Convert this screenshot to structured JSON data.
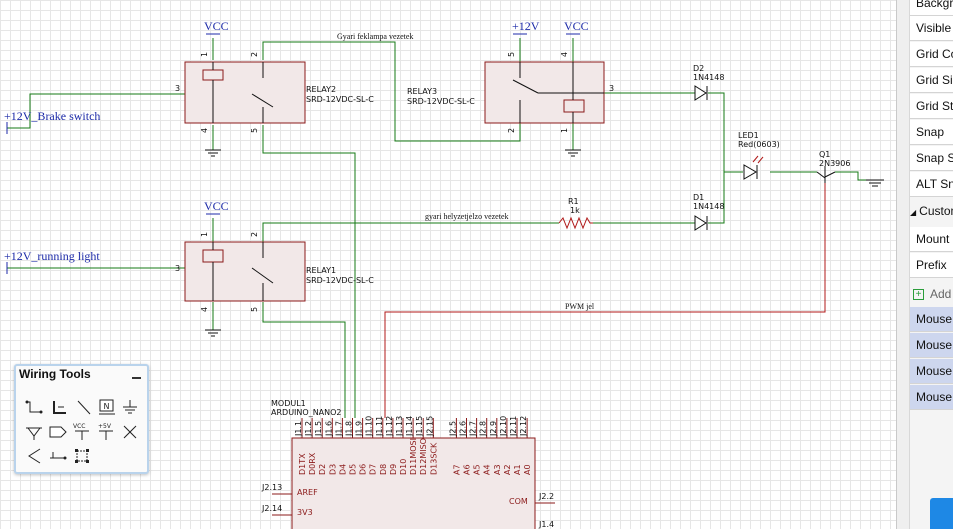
{
  "schematic": {
    "power": {
      "vcc": "VCC",
      "plus12": "+12V"
    },
    "nets": {
      "brake": "+12V_Brake switch",
      "running": "+12V_running light",
      "feklampa": "Gyari feklampa vezetek",
      "helyzet": "gyari helyzetjelzo vezetek",
      "pwm": "PWM jel"
    },
    "relays": [
      {
        "ref": "RELAY2",
        "value": "SRD-12VDC-SL-C"
      },
      {
        "ref": "RELAY3",
        "value": "SRD-12VDC-SL-C"
      },
      {
        "ref": "RELAY1",
        "value": "SRD-12VDC-SL-C"
      }
    ],
    "pins": {
      "p1": "1",
      "p2": "2",
      "p3": "3",
      "p4": "4",
      "p5": "5"
    },
    "d2": {
      "ref": "D2",
      "value": "1N4148"
    },
    "d1": {
      "ref": "D1",
      "value": "1N4148"
    },
    "led": {
      "ref": "LED1",
      "value": "Red(0603)"
    },
    "q1": {
      "ref": "Q1",
      "value": "2N3906"
    },
    "r1": {
      "ref": "R1",
      "value": "1k"
    },
    "module": {
      "ref": "MODUL1",
      "value": "ARDUINO_NANO2",
      "top_pin_numbers": [
        "J1.1",
        "J1.2",
        "J1.5",
        "J1.6",
        "J1.7",
        "J1.8",
        "J1.9",
        "J1.10",
        "J1.11",
        "J1.12",
        "J1.13",
        "J1.14",
        "J1.15",
        "J2.15",
        "J2.5",
        "J2.6",
        "J2.7",
        "J2.8",
        "J2.9",
        "J2.10",
        "J2.11",
        "J2.12"
      ],
      "top_pin_names": [
        "D1TX",
        "D0RX",
        "D2",
        "D3",
        "D4",
        "D5",
        "D6",
        "D7",
        "D8",
        "D9",
        "D10",
        "D11MOSI",
        "D12MISO",
        "D13SCK",
        "A7",
        "A6",
        "A5",
        "A4",
        "A3",
        "A2",
        "A1",
        "A0"
      ],
      "left_pins": [
        {
          "num": "J2.13",
          "name": "AREF"
        },
        {
          "num": "J2.14",
          "name": "3V3"
        }
      ],
      "right_pins": [
        {
          "num": "J2.2",
          "name": "COM"
        },
        {
          "num": "J1.4",
          "name": ""
        }
      ]
    }
  },
  "properties_panel": {
    "rows": [
      {
        "label": "Background Color",
        "kind": "row"
      },
      {
        "label": "Visible Grid",
        "kind": "row"
      },
      {
        "label": "Grid Color",
        "kind": "row"
      },
      {
        "label": "Grid Size",
        "kind": "row"
      },
      {
        "label": "Grid Style",
        "kind": "row"
      },
      {
        "label": "Snap",
        "kind": "row"
      },
      {
        "label": "Snap Size",
        "kind": "row"
      },
      {
        "label": "ALT Snap",
        "kind": "row"
      }
    ],
    "section_header": "Custom Attributes",
    "custom_rows": [
      "Mount",
      "Prefix"
    ],
    "add_label": "Add",
    "mouse_rows": [
      "Mouse",
      "Mouse",
      "Mouse",
      "Mouse"
    ]
  },
  "wiring_tools": {
    "title": "Wiring Tools",
    "tools": [
      "wire-tool-icon",
      "bus-tool-icon",
      "bus-entry-icon",
      "net-label-icon",
      "ground-icon",
      "vcc-flag-icon",
      "net-port-icon",
      "vcc-symbol-icon",
      "plus5v-symbol-icon",
      "no-connect-icon",
      "net-flag-icon",
      "pin-icon",
      "group-icon"
    ],
    "vcc_text": "VCC",
    "plus5v_text": "+5V",
    "n_text": "N"
  },
  "colors": {
    "wire": "#147a14",
    "net_red": "#b01818",
    "component_fill": "#f2e8e8",
    "component_stroke": "#8b1a1a",
    "power_blue": "#1c2aa8",
    "pin_red": "#8b1a1a"
  }
}
